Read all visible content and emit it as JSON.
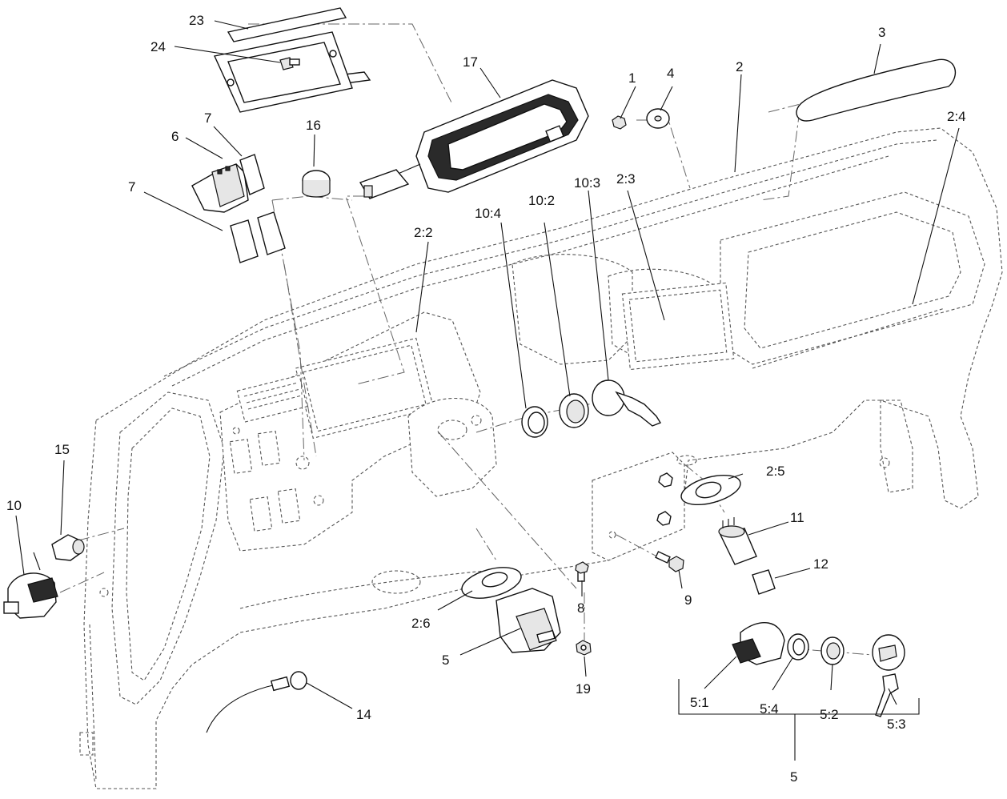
{
  "diagram": {
    "callouts": [
      {
        "id": "c1",
        "label": "1"
      },
      {
        "id": "c2",
        "label": "2"
      },
      {
        "id": "c2_2",
        "label": "2:2"
      },
      {
        "id": "c2_3",
        "label": "2:3"
      },
      {
        "id": "c2_4",
        "label": "2:4"
      },
      {
        "id": "c2_5",
        "label": "2:5"
      },
      {
        "id": "c2_6",
        "label": "2:6"
      },
      {
        "id": "c3",
        "label": "3"
      },
      {
        "id": "c4",
        "label": "4"
      },
      {
        "id": "c5a",
        "label": "5"
      },
      {
        "id": "c5b",
        "label": "5"
      },
      {
        "id": "c5_1",
        "label": "5:1"
      },
      {
        "id": "c5_2",
        "label": "5:2"
      },
      {
        "id": "c5_3",
        "label": "5:3"
      },
      {
        "id": "c5_4",
        "label": "5:4"
      },
      {
        "id": "c6",
        "label": "6"
      },
      {
        "id": "c7a",
        "label": "7"
      },
      {
        "id": "c7b",
        "label": "7"
      },
      {
        "id": "c8",
        "label": "8"
      },
      {
        "id": "c9",
        "label": "9"
      },
      {
        "id": "c10",
        "label": "10"
      },
      {
        "id": "c10_2",
        "label": "10:2"
      },
      {
        "id": "c10_3",
        "label": "10:3"
      },
      {
        "id": "c10_4",
        "label": "10:4"
      },
      {
        "id": "c11",
        "label": "11"
      },
      {
        "id": "c12",
        "label": "12"
      },
      {
        "id": "c14",
        "label": "14"
      },
      {
        "id": "c15",
        "label": "15"
      },
      {
        "id": "c16",
        "label": "16"
      },
      {
        "id": "c17",
        "label": "17"
      },
      {
        "id": "c19",
        "label": "19"
      },
      {
        "id": "c23",
        "label": "23"
      },
      {
        "id": "c24",
        "label": "24"
      }
    ]
  }
}
